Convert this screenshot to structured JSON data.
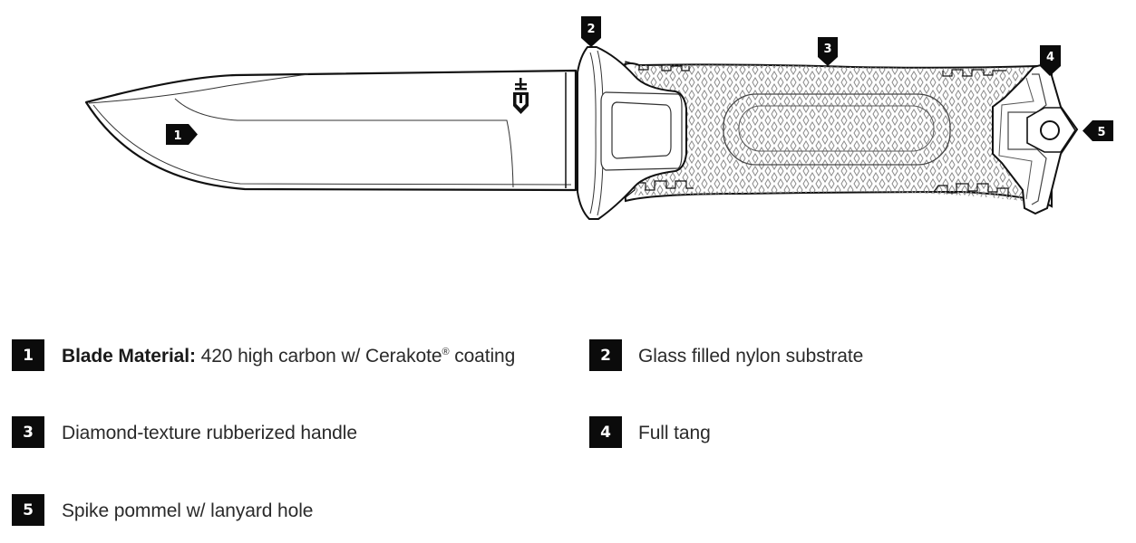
{
  "diagram": {
    "subject": "Fixed-blade knife with callouts",
    "logo_icon": "gerber-logo-icon",
    "callouts": [
      {
        "number": "1",
        "direction": "right"
      },
      {
        "number": "2",
        "direction": "down"
      },
      {
        "number": "3",
        "direction": "down"
      },
      {
        "number": "4",
        "direction": "down"
      },
      {
        "number": "5",
        "direction": "left"
      }
    ]
  },
  "legend": {
    "items": [
      {
        "number": "1",
        "label_bold": "Blade Material:",
        "label": " 420 high carbon w/ Cerakote",
        "registered": "®",
        "label_suffix": " coating"
      },
      {
        "number": "2",
        "label": "Glass filled nylon substrate"
      },
      {
        "number": "3",
        "label": "Diamond-texture rubberized handle"
      },
      {
        "number": "4",
        "label": "Full tang"
      },
      {
        "number": "5",
        "label": "Spike pommel w/ lanyard hole"
      }
    ]
  },
  "colors": {
    "badge_bg": "#0b0b0b",
    "badge_text": "#ffffff",
    "text": "#2a2a2a",
    "outline": "#111111",
    "texture": "#8a8a8a"
  }
}
